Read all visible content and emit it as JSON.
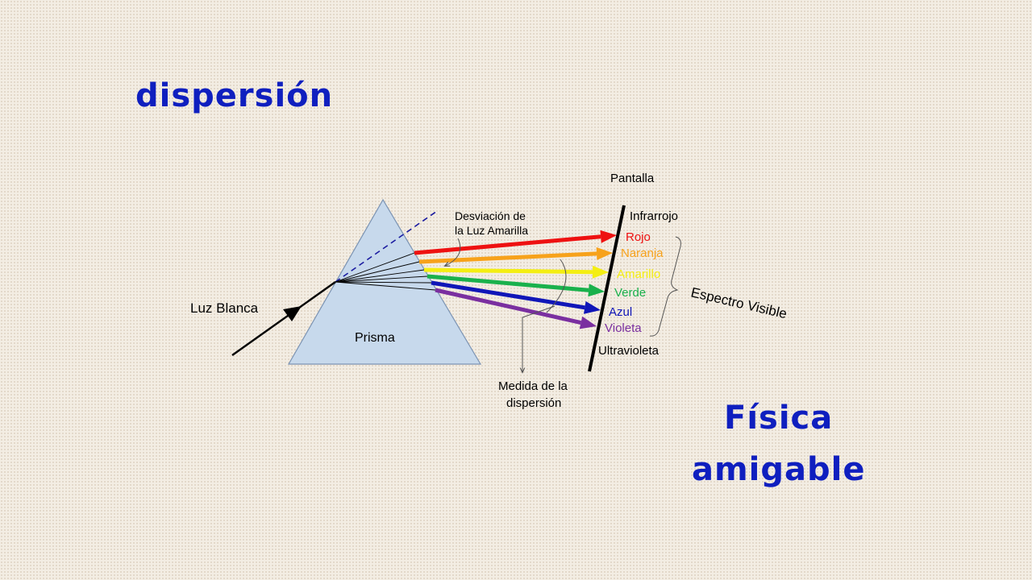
{
  "titles": {
    "top_left": "dispersión",
    "bottom_right_line1": "Física",
    "bottom_right_line2": "amigable"
  },
  "labels": {
    "white_light": "Luz Blanca",
    "prism": "Prisma",
    "deviation_line1": "Desviación de",
    "deviation_line2": "la Luz Amarilla",
    "measure_line1": "Medida de la",
    "measure_line2": "dispersión",
    "screen": "Pantalla",
    "infrared": "Infrarrojo",
    "ultraviolet": "Ultravioleta",
    "visible_spectrum": "Espectro Visible"
  },
  "spectrum": [
    {
      "name": "Rojo",
      "color": "#ee1111"
    },
    {
      "name": "Naranja",
      "color": "#f7a21b"
    },
    {
      "name": "Amarillo",
      "color": "#f4ee12"
    },
    {
      "name": "Verde",
      "color": "#19b14c"
    },
    {
      "name": "Azul",
      "color": "#1016b8"
    },
    {
      "name": "Violeta",
      "color": "#7a2fa0"
    }
  ],
  "colors": {
    "title": "#0f1fbf",
    "prism_fill": "#c7d9ec",
    "prism_stroke": "#7b93b3",
    "normal_line": "#1a1aa0"
  }
}
